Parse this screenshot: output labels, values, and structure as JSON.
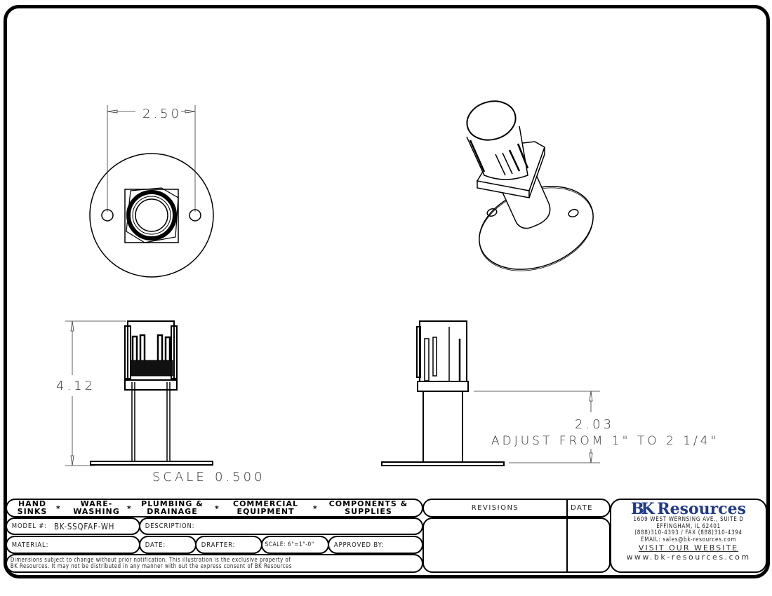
{
  "drawing": {
    "top_view": {
      "dimension": "2.50"
    },
    "front_view": {
      "dimension": "4.12",
      "scale_label": "SCALE",
      "scale_value": "0.500"
    },
    "side_view": {
      "dimension": "2.03",
      "note": "ADJUST FROM 1\" TO 2 1/4\""
    }
  },
  "title_block": {
    "categories": [
      {
        "line1": "HAND",
        "line2": "SINKS"
      },
      {
        "line1": "WARE-",
        "line2": "WASHING"
      },
      {
        "line1": "PLUMBING &",
        "line2": "DRAINAGE"
      },
      {
        "line1": "COMMERCIAL",
        "line2": "EQUIPMENT"
      },
      {
        "line1": "COMPONENTS &",
        "line2": "SUPPLIES"
      }
    ],
    "separator": "*",
    "model_label": "MODEL #:",
    "model_value": "BK-SSQFAF-WH",
    "description_label": "DESCRIPTION:",
    "material_label": "MATERIAL:",
    "date_label": "DATE:",
    "drafter_label": "DRAFTER:",
    "scale_label": "SCALE: 6\"=1\"-0\"",
    "approved_label": "APPROVED BY:",
    "disclaimer_line1": "Dimensions subject to change without prior notification. This illustration is the exclusive property of",
    "disclaimer_line2": "BK Resources. It may not be distributed in any manner with out the express consent of BK Resources",
    "revisions_header": "REVISIONS",
    "revisions_date_header": "DATE"
  },
  "company": {
    "logo_bk": "BK",
    "logo_name": "Resources",
    "address1": "1609 WEST WERNSING AVE., SUITE D",
    "address2": "EFFINGHAM, IL 62401",
    "phone": "(888)310-4393 / FAX (888)310-4394",
    "email": "EMAIL: sales@bk-resources.com",
    "visit": "VISIT OUR WEBSITE",
    "website": "www.bk-resources.com",
    "brand_color": "#1f3a8a"
  }
}
